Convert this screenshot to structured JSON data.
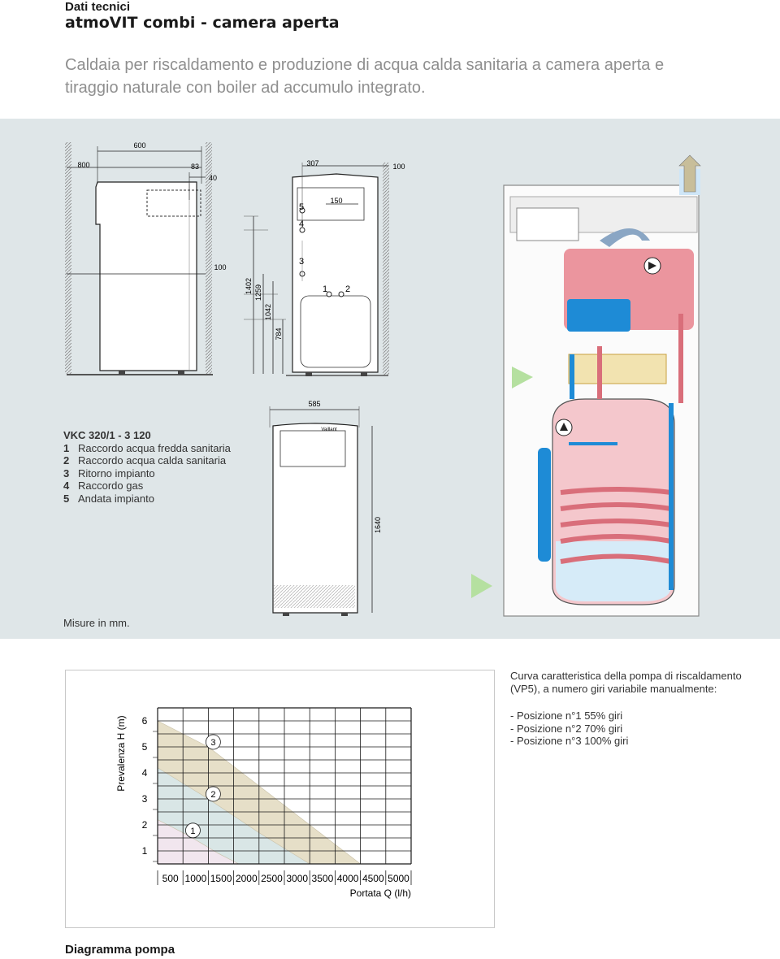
{
  "header": {
    "section_label": "Dati tecnici",
    "title": "atmoVIT combi - camera aperta"
  },
  "intro": "Caldaia per riscaldamento e produzione di acqua calda sanitaria a camera aperta e tiraggio naturale con boiler ad accumulo integrato.",
  "dimensions": {
    "d600": "600",
    "d800": "800",
    "d83": "83",
    "d40": "40",
    "d100_left": "100",
    "d307": "307",
    "d100_right": "100",
    "d150": "150",
    "d1402": "1402",
    "d1259": "1259",
    "d1042": "1042",
    "d784": "784",
    "d585": "585",
    "d1640": "1640",
    "marker1": "1",
    "marker2": "2",
    "marker3": "3",
    "marker4": "4",
    "marker5": "5"
  },
  "legend": {
    "model": "VKC 320/1 - 3  120",
    "items": [
      {
        "num": "1",
        "label": "Raccordo acqua fredda sanitaria"
      },
      {
        "num": "2",
        "label": "Raccordo acqua calda sanitaria"
      },
      {
        "num": "3",
        "label": "Ritorno impianto"
      },
      {
        "num": "4",
        "label": "Raccordo gas"
      },
      {
        "num": "5",
        "label": "Andata impianto"
      }
    ]
  },
  "misure": "Misure in mm.",
  "brand_badge": "Vaillant",
  "pump": {
    "description": "Curva caratteristica della pompa di riscaldamento (VP5), a numero giri variabile manualmente:",
    "positions": [
      "- Posizione n°1  55% giri",
      "- Posizione n°2  70% giri",
      "- Posizione n°3  100% giri"
    ]
  },
  "diagram_title": "Diagramma pompa",
  "colors": {
    "panel_bg": "#dfe6e8",
    "hot_water": "#e98a94",
    "cold_water": "#1e8bd6",
    "curve_fill": "#e6dfc8",
    "grid": "#1a1a1a"
  },
  "chart_data": {
    "type": "area",
    "title": "",
    "xlabel": "Portata Q (l/h)",
    "ylabel": "Prevalenza H (m)",
    "x_ticks": [
      "500",
      "1000",
      "1500",
      "2000",
      "2500",
      "3000",
      "3500",
      "4000",
      "4500",
      "5000"
    ],
    "y_ticks": [
      "1",
      "2",
      "3",
      "4",
      "5",
      "6"
    ],
    "xlim": [
      0,
      5000
    ],
    "ylim": [
      0.5,
      6.5
    ],
    "grid": true,
    "series": [
      {
        "name": "1",
        "x": [
          0,
          600,
          1200,
          1600
        ],
        "y": [
          2.2,
          1.6,
          0.9,
          0.5
        ]
      },
      {
        "name": "2",
        "x": [
          0,
          1000,
          2000,
          3000
        ],
        "y": [
          4.2,
          3.0,
          1.7,
          0.5
        ]
      },
      {
        "name": "3",
        "x": [
          0,
          1000,
          2000,
          3000,
          4000
        ],
        "y": [
          6.0,
          5.0,
          3.5,
          2.0,
          0.5
        ]
      }
    ]
  }
}
